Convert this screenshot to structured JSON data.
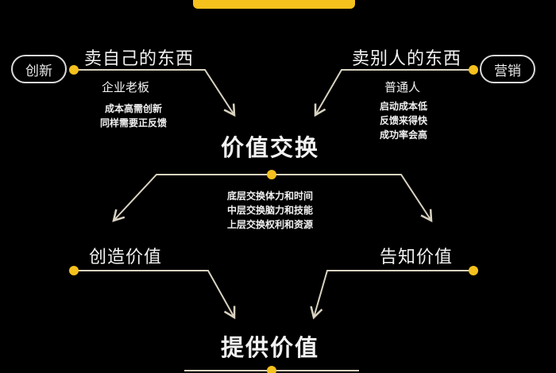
{
  "colors": {
    "background": "#000000",
    "accent": "#f5c11d",
    "line": "#d8d2c0",
    "text": "#f2f2f2"
  },
  "top_bar": {
    "label": ""
  },
  "left_top": {
    "tag": "创新",
    "title": "卖自己的东西",
    "subtitle": "企业老板",
    "notes": [
      "成本高需创新",
      "同样需要正反馈"
    ]
  },
  "right_top": {
    "tag": "营销",
    "title": "卖别人的东西",
    "subtitle": "普通人",
    "notes": [
      "启动成本低",
      "反馈来得快",
      "成功率会高"
    ]
  },
  "center": {
    "title": "价值交换",
    "notes": [
      "底层交换体力和时间",
      "中层交换脑力和技能",
      "上层交换权利和资源"
    ]
  },
  "left_mid": {
    "title": "创造价值"
  },
  "right_mid": {
    "title": "告知价值"
  },
  "bottom": {
    "title": "提供价值"
  }
}
